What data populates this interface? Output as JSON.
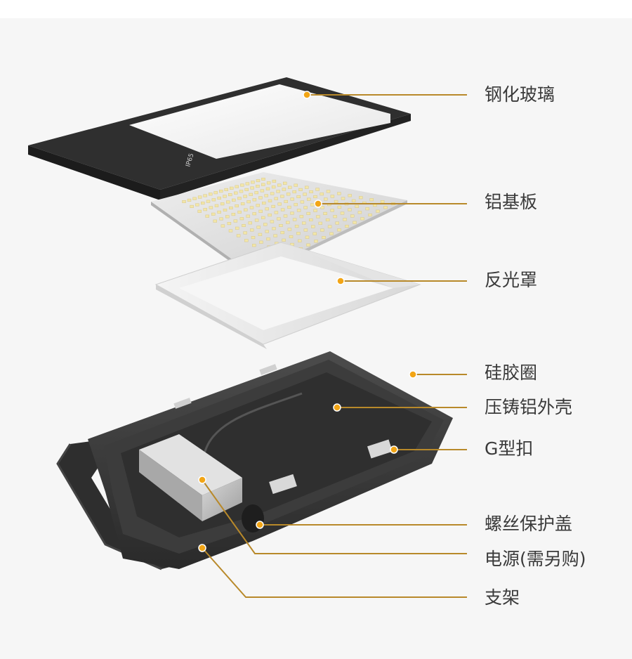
{
  "product": {
    "glass_marking": "IP65"
  },
  "callouts": [
    {
      "id": "tempered-glass",
      "label": "钢化玻璃"
    },
    {
      "id": "aluminum-substrate",
      "label": "铝基板"
    },
    {
      "id": "reflector",
      "label": "反光罩"
    },
    {
      "id": "silicone-ring",
      "label": "硅胶圈"
    },
    {
      "id": "die-cast-housing",
      "label": "压铸铝外壳"
    },
    {
      "id": "g-clip",
      "label": "G型扣"
    },
    {
      "id": "screw-cap",
      "label": "螺丝保护盖"
    },
    {
      "id": "power-supply",
      "label": "电源(需另购)"
    },
    {
      "id": "bracket",
      "label": "支架"
    }
  ],
  "colors": {
    "leader_line": "#b8892a",
    "marker_dot": "#f2a516",
    "housing": "#3a3a3a",
    "led": "#f2e6a8"
  }
}
